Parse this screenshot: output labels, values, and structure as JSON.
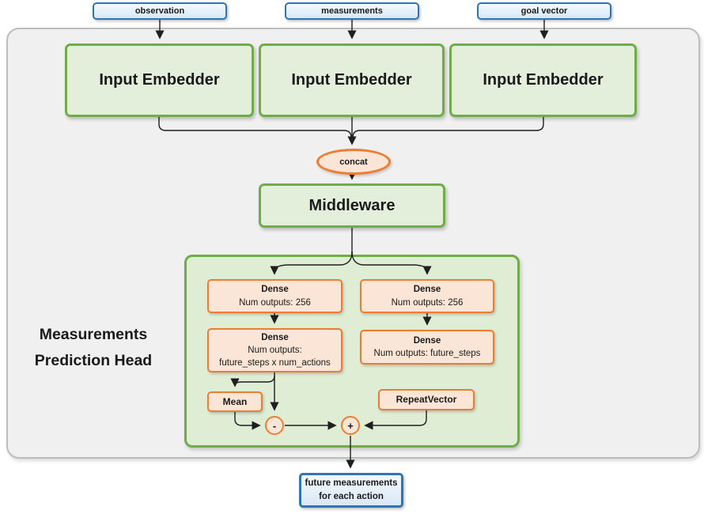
{
  "diagram": {
    "inputs": [
      {
        "label": "observation"
      },
      {
        "label": "measurements"
      },
      {
        "label": "goal vector"
      }
    ],
    "embedders": [
      {
        "label": "Input Embedder"
      },
      {
        "label": "Input Embedder"
      },
      {
        "label": "Input Embedder"
      }
    ],
    "concat": {
      "label": "concat"
    },
    "middleware": {
      "label": "Middleware"
    },
    "head": {
      "title_line1": "Measurements",
      "title_line2": "Prediction Head",
      "left": {
        "dense1_title": "Dense",
        "dense1_sub": "Num outputs: 256",
        "dense2_title": "Dense",
        "dense2_sub1": "Num outputs:",
        "dense2_sub2": "future_steps x num_actions",
        "mean": "Mean",
        "minus": "-"
      },
      "right": {
        "dense1_title": "Dense",
        "dense1_sub": "Num outputs: 256",
        "dense2_title": "Dense",
        "dense2_sub": "Num outputs: future_steps",
        "repeat": "RepeatVector",
        "plus": "+"
      }
    },
    "output": {
      "line1": "future measurements",
      "line2": "for each action"
    },
    "colors": {
      "blue_border": "#2E75B6",
      "blue_fill": "#DEEBF7",
      "green_border": "#70AD47",
      "green_fill": "#E3EFDA",
      "orange_border": "#ED7D31",
      "orange_fill": "#FBE5D6",
      "outer_fill": "#F0F0F0",
      "outer_border": "#BDBDBD",
      "line_color": "#1F1F1F"
    }
  }
}
